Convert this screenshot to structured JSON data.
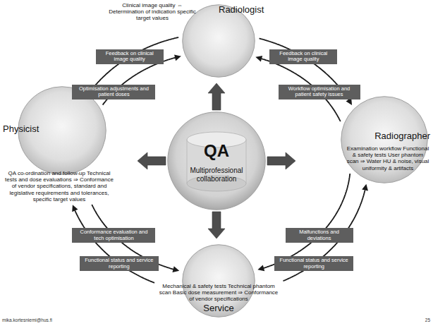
{
  "diagram": {
    "nodes": [
      {
        "text": [
          "Radiologist",
          "Clinical image quality ⇔ Determination of indication specific target values"
        ]
      },
      {
        "text": [
          "Physicist",
          "QA co-ordination and follow-up Technical tests and dose evaluations ⇒ Conformance of vendor specifications, standard and legislative requirements and tolerances, specific target values"
        ]
      },
      {
        "text": [
          "QA",
          "Multiprofessional collaboration"
        ]
      },
      {
        "text": [
          "Radiographer",
          "Examination workflow Functional & safety tests User phantom scan ⇒ Water HU & noise, visual uniformity & artifacts"
        ]
      },
      {
        "text": [
          "Service",
          "Mechanical & safety tests Technical phantom scan Basic dose measurement ⇒ Conformance of vendor specifications"
        ]
      }
    ],
    "edges": [
      {
        "from": 0,
        "to": 1,
        "label": "Feedback on clinical image quality",
        "arrow": "to"
      },
      {
        "from": 1,
        "to": 0,
        "label": "Optimisation adjustments and patient doses",
        "arrow": "to"
      },
      {
        "from": 0,
        "to": 3,
        "label": "Feedback on clinical image quality",
        "arrow": "to"
      },
      {
        "from": 3,
        "to": 0,
        "label": "Workflow optimisation and patient safety issues",
        "arrow": "to"
      },
      {
        "from": 3,
        "to": 4,
        "label": "Malfunctions and deviations",
        "arrow": "to"
      },
      {
        "from": 4,
        "to": 3,
        "label": "Functional status and service reporting",
        "arrow": "to"
      },
      {
        "from": 1,
        "to": 4,
        "label": "Conformance evaluation and tech optimisation",
        "arrow": "to"
      },
      {
        "from": 4,
        "to": 1,
        "label": "Functional status and service reporting",
        "arrow": "to"
      },
      {
        "from": 2,
        "to": 0,
        "arrow": "to"
      },
      {
        "from": 2,
        "to": 1,
        "arrow": "to"
      },
      {
        "from": 2,
        "to": 3,
        "arrow": "to"
      },
      {
        "from": 2,
        "to": 4,
        "arrow": "to"
      }
    ],
    "labels": [
      "mika.kortesniemi@hus.fi",
      "25"
    ]
  }
}
